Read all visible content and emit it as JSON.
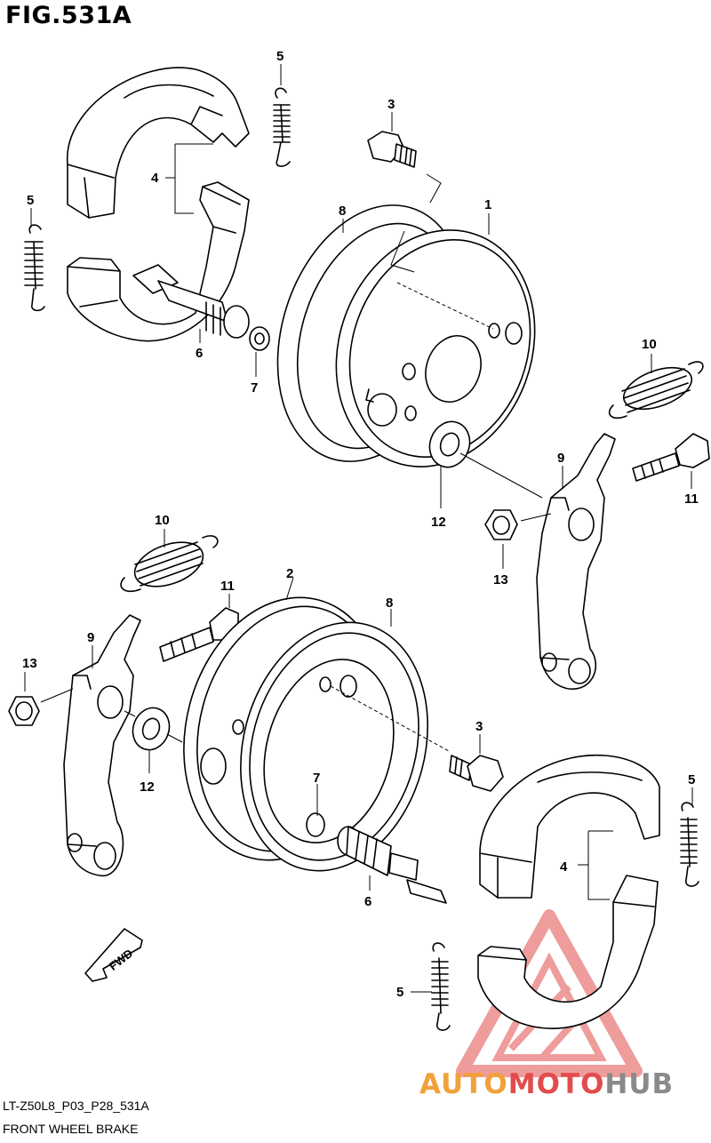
{
  "figure": {
    "title": "FIG.531A"
  },
  "footer": {
    "code": "LT-Z50L8_P03_P28_531A",
    "caption": "FRONT WHEEL BRAKE"
  },
  "watermark": {
    "part1": "AUTO",
    "part2": "MOTO",
    "part3": "HUB",
    "colors": {
      "auto": "#f1a13a",
      "moto": "#e24c4c",
      "hub": "#8a8a8a",
      "triangle": "#e24c4c"
    }
  },
  "direction": {
    "label": "FWD"
  },
  "callouts": {
    "c1": "1",
    "c2": "2",
    "c3a": "3",
    "c3b": "3",
    "c4a": "4",
    "c4b": "4",
    "c5a": "5",
    "c5b": "5",
    "c5c": "5",
    "c5d": "5",
    "c6a": "6",
    "c6b": "6",
    "c7a": "7",
    "c7b": "7",
    "c8a": "8",
    "c8b": "8",
    "c9a": "9",
    "c9b": "9",
    "c10a": "10",
    "c10b": "10",
    "c11a": "11",
    "c11b": "11",
    "c12a": "12",
    "c12b": "12",
    "c13a": "13",
    "c13b": "13"
  }
}
